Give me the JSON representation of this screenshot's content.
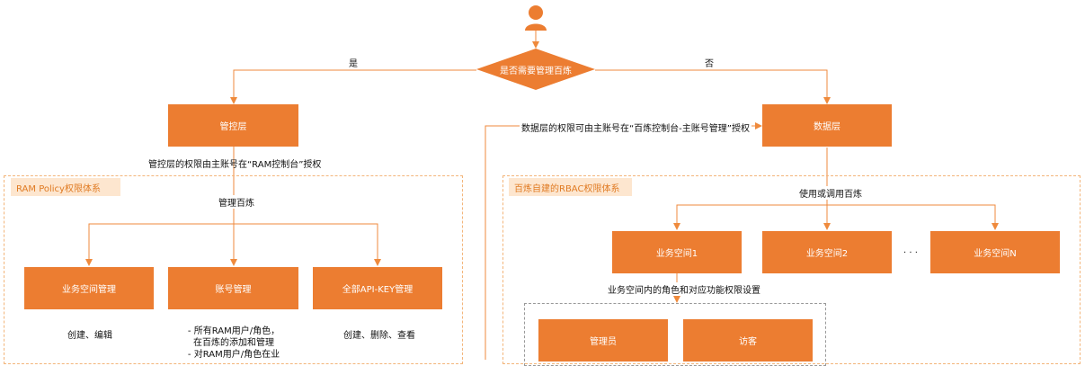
{
  "decision": {
    "label": "是否需要管理百炼",
    "yes": "是",
    "no": "否"
  },
  "left": {
    "control_layer": "管控层",
    "auth_note": "管控层的权限由主账号在“RAM控制台”授权",
    "region_title": "RAM Policy权限体系",
    "manage_label": "管理百炼",
    "boxes": [
      {
        "label": "业务空间管理",
        "desc": [
          "创建、编辑"
        ]
      },
      {
        "label": "账号管理",
        "desc": [
          "- 所有RAM用户/角色，",
          "在百炼的添加和管理",
          "- 对RAM用户/角色在业"
        ]
      },
      {
        "label": "全部API-KEY管理",
        "desc": [
          "创建、删除、查看"
        ]
      }
    ]
  },
  "right": {
    "data_layer": "数据层",
    "auth_note": "数据层的权限可由主账号在“百炼控制台-主账号管理”授权",
    "region_title": "百炼自建的RBAC权限体系",
    "use_label": "使用或调用百炼",
    "workspaces": [
      "业务空间1",
      "业务空间2",
      "业务空间N"
    ],
    "ellipsis": "· · ·",
    "role_note": "业务空间内的角色和对应功能权限设置",
    "roles": [
      "管理员",
      "访客"
    ]
  },
  "colors": {
    "primary": "#ec7d31",
    "line": "#ef8a3c",
    "region_border": "#f3b57a",
    "region_title_bg": "#fde6cf"
  },
  "icons": {
    "user": "user-icon"
  }
}
